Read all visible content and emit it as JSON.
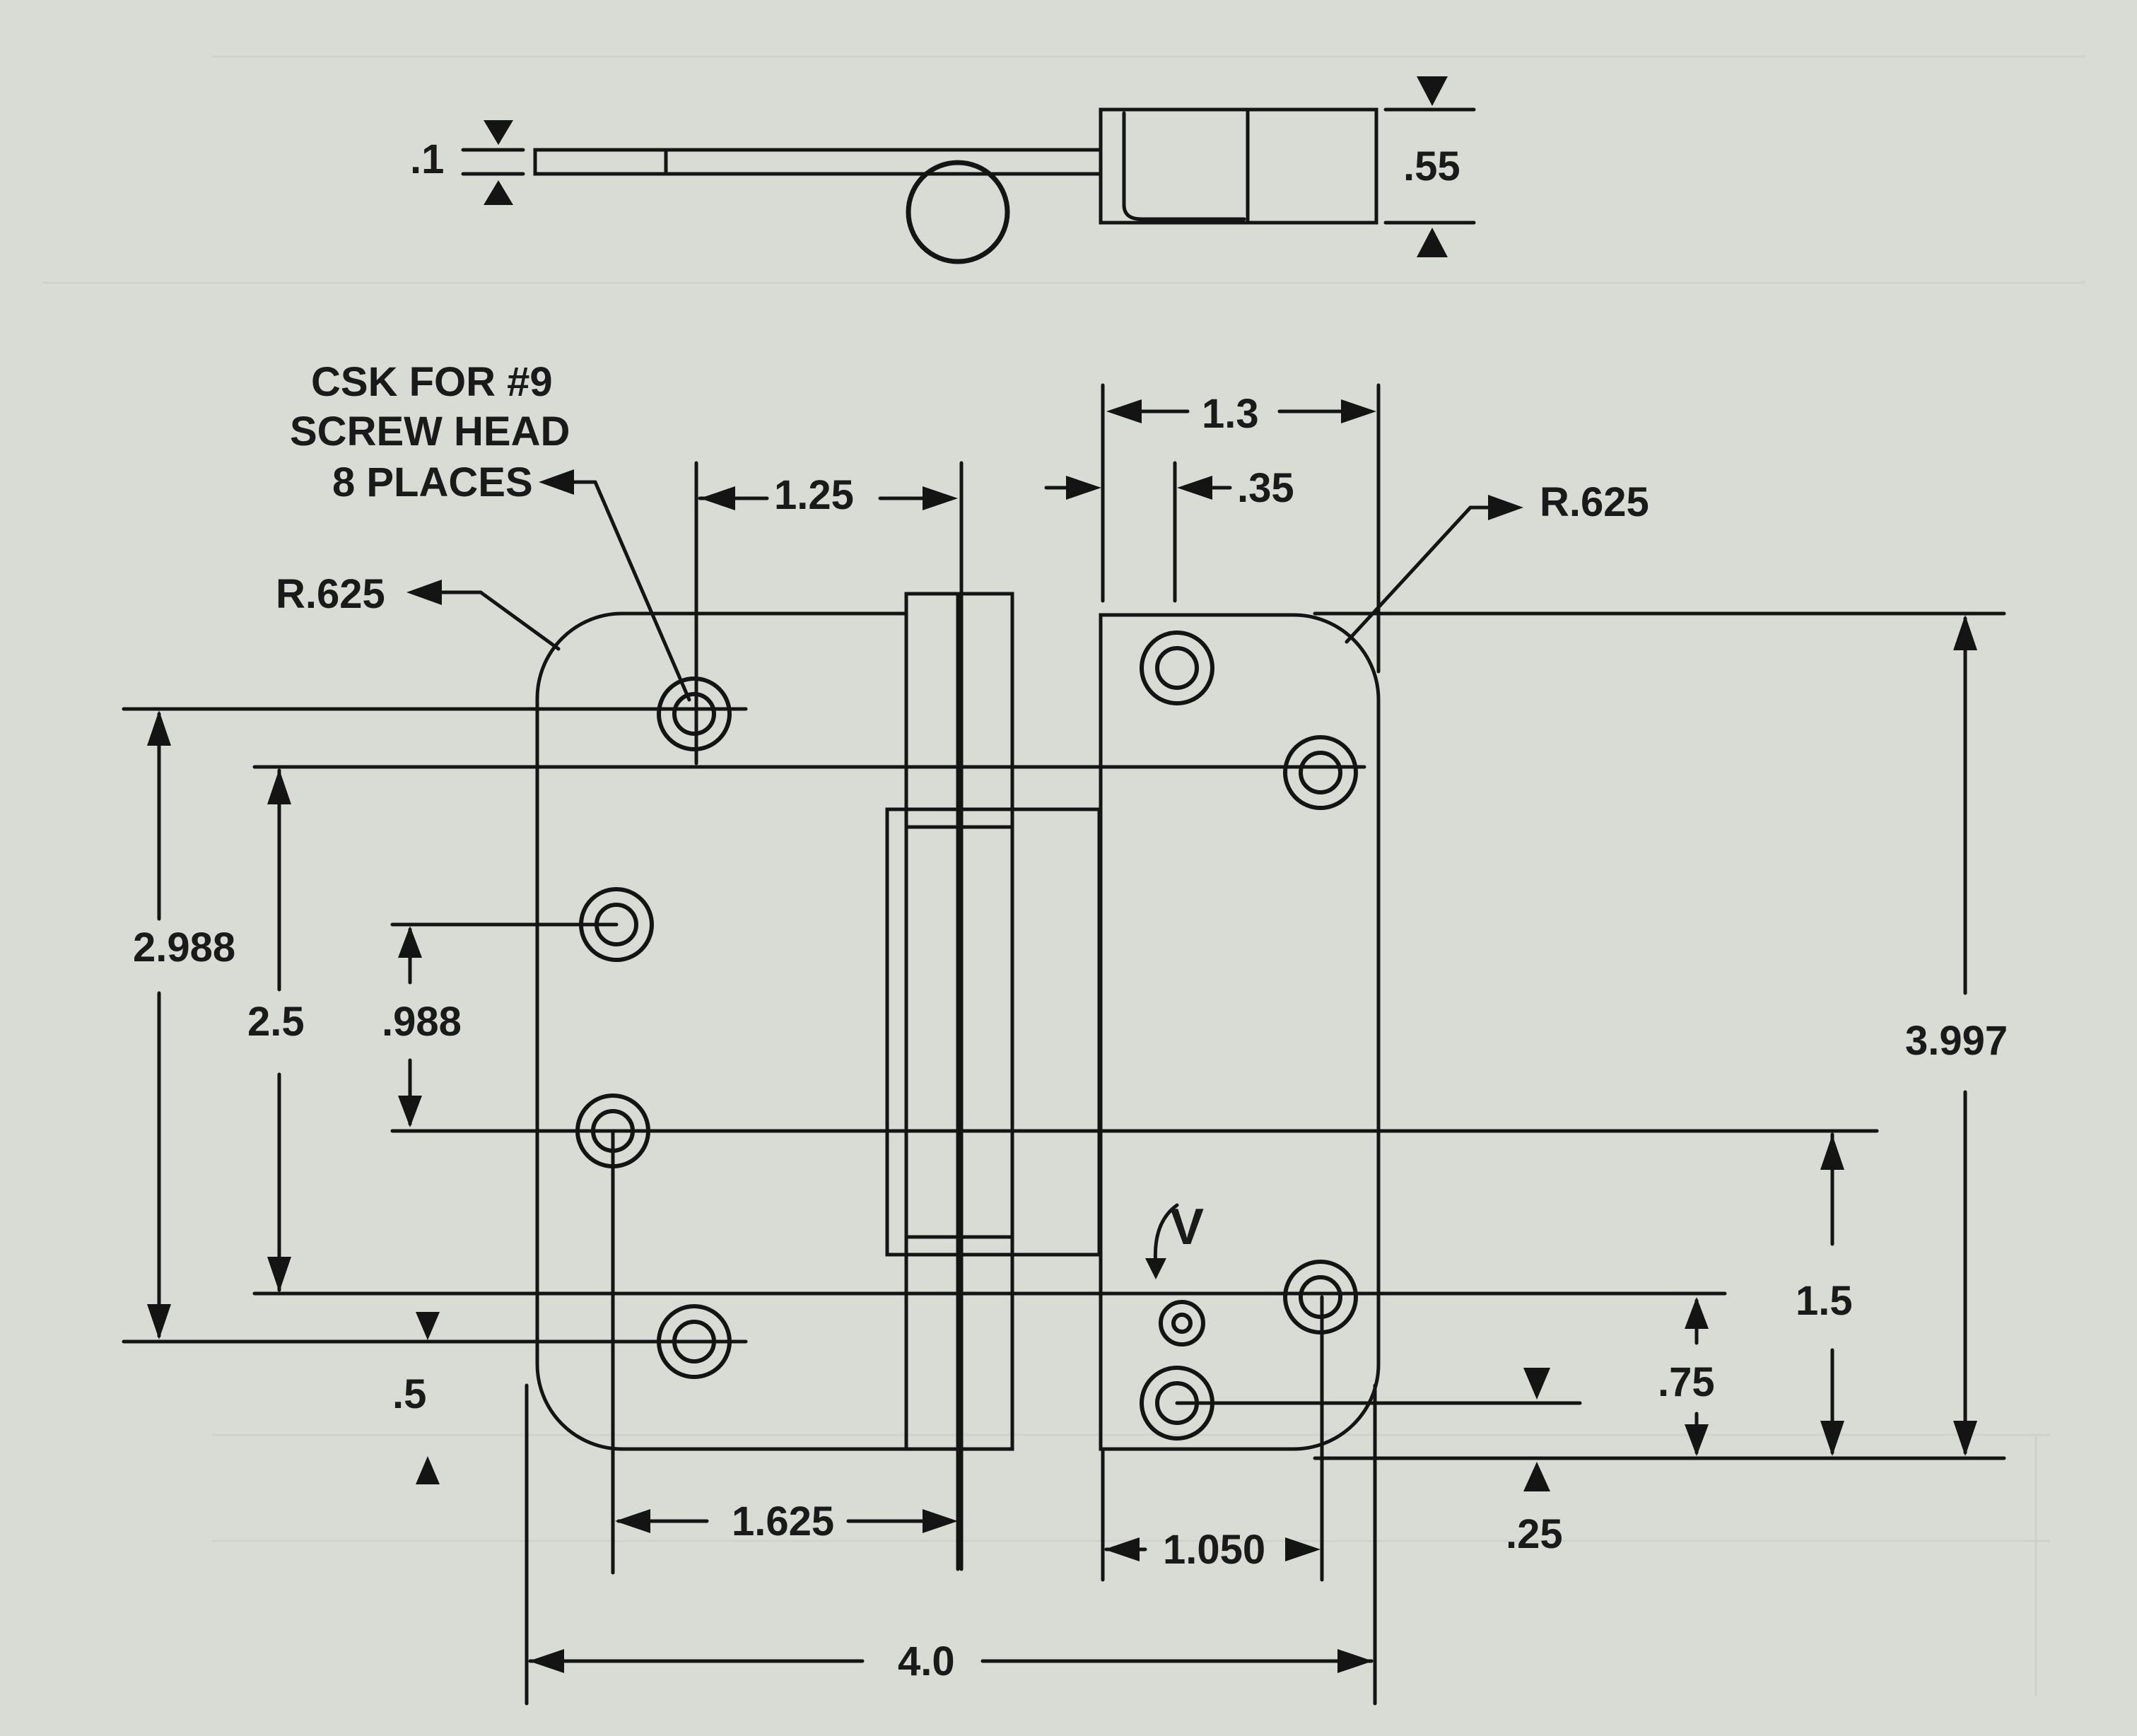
{
  "colors": {
    "background": "#d9dcd4",
    "ink": "#141414"
  },
  "labels": {
    "csk_line1": "CSK FOR #9",
    "csk_line2": "SCREW HEAD",
    "csk_line3": "8 PLACES",
    "radius_left": "R.625",
    "radius_right": "R.625",
    "thickness": ".1",
    "knuckle_height": ".55",
    "dim_1_25": "1.25",
    "dim_1_3": "1.3",
    "dim_0_35": ".35",
    "dim_2_988": "2.988",
    "dim_2_5": "2.5",
    "dim_0_988": ".988",
    "dim_3_997": "3.997",
    "dim_1_5": "1.5",
    "dim_0_75": ".75",
    "dim_0_5": ".5",
    "dim_0_25": ".25",
    "dim_1_625": "1.625",
    "dim_1_050": "1.050",
    "dim_4_0": "4.0",
    "side_mark": "V"
  }
}
